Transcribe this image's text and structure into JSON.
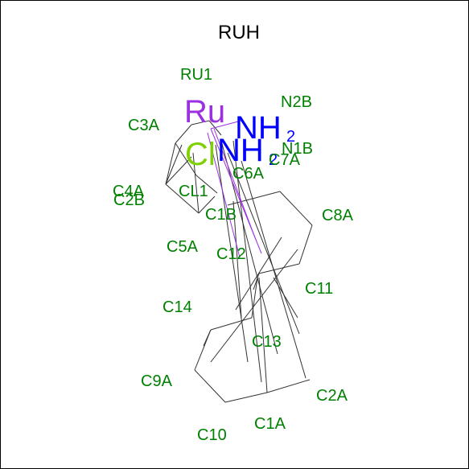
{
  "title": "RUH",
  "colors": {
    "label": "#008000",
    "ru": "#9b30e0",
    "n": "#0000ff",
    "cl": "#7fd000",
    "bond": "#333333"
  },
  "elements": {
    "ru": "Ru",
    "nh2_top": "NH",
    "nh2_top_sub": "2",
    "nh2_bottom": "NH",
    "nh2_bottom_sub": "2",
    "cl": "Cl"
  },
  "labels": {
    "RU1": "RU1",
    "N2B": "N2B",
    "C3A": "C3A",
    "N1B": "N1B",
    "C7A": "C7A",
    "C6A": "C6A",
    "C4A": "C4A",
    "C2B": "C2B",
    "CL1": "CL1",
    "C1B": "C1B",
    "C8A": "C8A",
    "C5A": "C5A",
    "C12": "C12",
    "C11": "C11",
    "C14": "C14",
    "C13": "C13",
    "C9A": "C9A",
    "C2A": "C2A",
    "C1A": "C1A",
    "C10": "C10"
  }
}
